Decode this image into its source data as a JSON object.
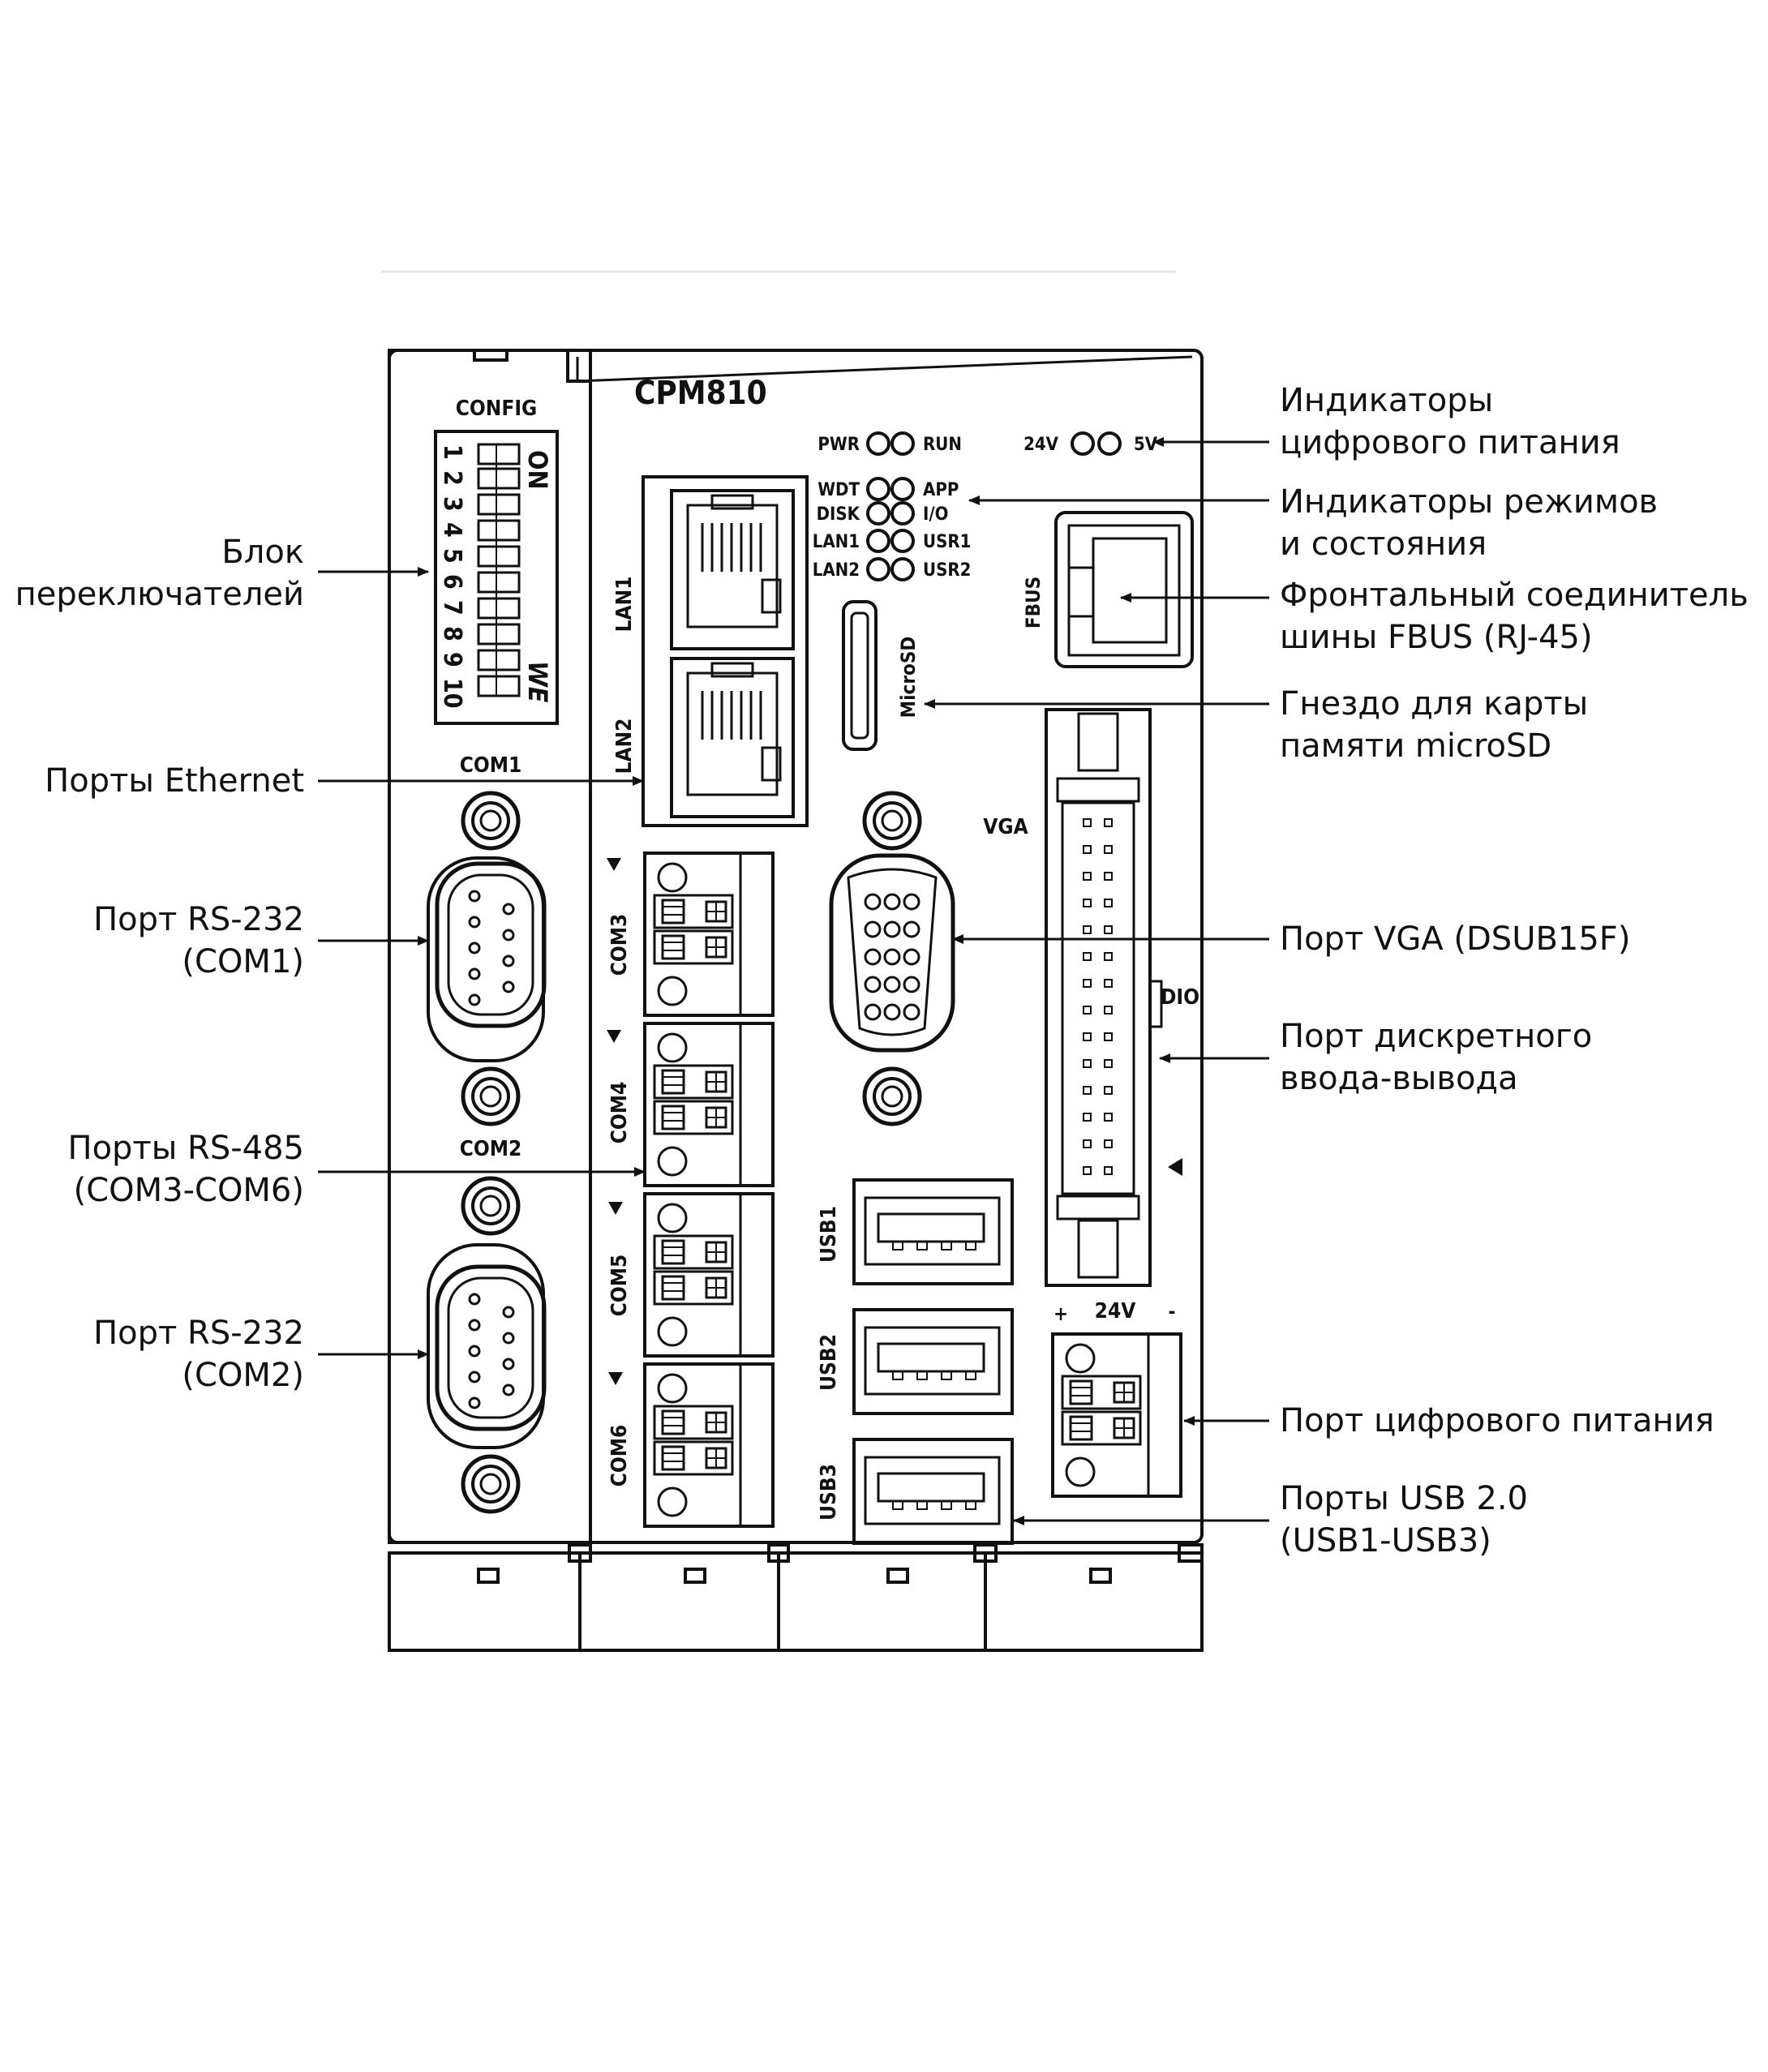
{
  "device": {
    "model": "CPM810",
    "config_label": "CONFIG",
    "dip_on": "ON",
    "dip_we": "WE",
    "dip_numbers": [
      "1",
      "2",
      "3",
      "4",
      "5",
      "6",
      "7",
      "8",
      "9",
      "10"
    ],
    "com1": "COM1",
    "com2": "COM2",
    "com3": "COM3",
    "com4": "COM4",
    "com5": "COM5",
    "com6": "COM6",
    "lan1": "LAN1",
    "lan2": "LAN2",
    "microsd": "MicroSD",
    "vga": "VGA",
    "dio": "DIO",
    "fbus": "FBUS",
    "usb1": "USB1",
    "usb2": "USB2",
    "usb3": "USB3",
    "pwr_label": "24V",
    "plus": "+",
    "minus": "-",
    "leds": {
      "pwr": "PWR",
      "run": "RUN",
      "wdt": "WDT",
      "app": "APP",
      "disk": "DISK",
      "io": "I/O",
      "lan1": "LAN1",
      "usr1": "USR1",
      "lan2": "LAN2",
      "usr2": "USR2",
      "v24": "24V",
      "v5": "5V"
    }
  },
  "callouts_left": {
    "dip_block": [
      "Блок",
      "переключателей"
    ],
    "ethernet": [
      "Порты Ethernet"
    ],
    "rs232_com1": [
      "Порт RS-232",
      "(COM1)"
    ],
    "rs485": [
      "Порты RS-485",
      "(COM3-COM6)"
    ],
    "rs232_com2": [
      "Порт RS-232",
      "(COM2)"
    ]
  },
  "callouts_right": {
    "power_leds": [
      "Индикаторы",
      "цифрового питания"
    ],
    "mode_leds": [
      "Индикаторы режимов",
      "и состояния"
    ],
    "fbus": [
      "Фронтальный соединитель",
      "шины FBUS (RJ-45)"
    ],
    "microsd": [
      "Гнездо для карты",
      "памяти microSD"
    ],
    "vga": [
      "Порт VGA (DSUB15F)"
    ],
    "dio": [
      "Порт дискретного",
      "ввода-вывода"
    ],
    "power_port": [
      "Порт цифрового питания"
    ],
    "usb": [
      "Порты USB 2.0",
      "(USB1-USB3)"
    ]
  }
}
